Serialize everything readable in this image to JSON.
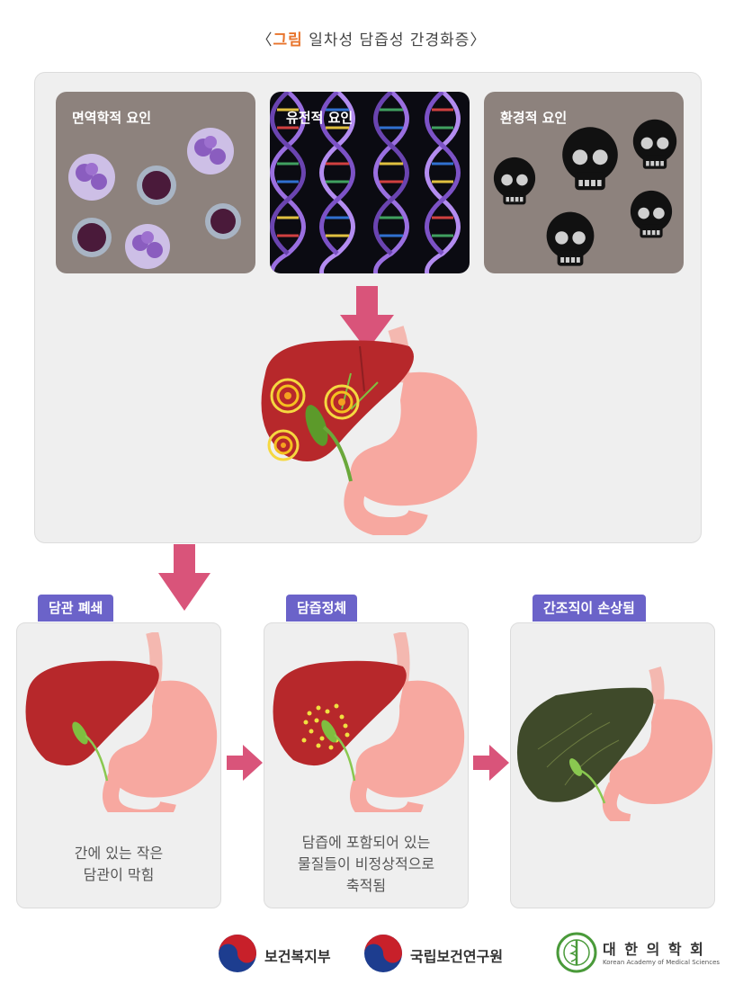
{
  "title": {
    "bracket_open": "〈",
    "accent": "그림",
    "text": " 일차성 담즙성 간경화증",
    "bracket_close": "〉"
  },
  "factors": [
    {
      "label": "면역학적 요인",
      "icon": "immune-cells"
    },
    {
      "label": "유전적 요인",
      "icon": "dna-helix"
    },
    {
      "label": "환경적 요인",
      "icon": "skull"
    }
  ],
  "stages": [
    {
      "tag": "담관 폐쇄",
      "caption": [
        "간에 있는 작은",
        "담관이 막힘"
      ],
      "liver_color": "#b7282b"
    },
    {
      "tag": "담즙정체",
      "caption": [
        "담즙에 포함되어 있는",
        "물질들이 비정상적으로",
        "축적됨"
      ],
      "liver_color": "#b7282b"
    },
    {
      "tag": "간조직이 손상됨",
      "caption": [],
      "liver_color": "#3f4a2a"
    }
  ],
  "footer": {
    "org1": "보건복지부",
    "org2": "국립보건연구원",
    "org3": "대 한 의 학 회",
    "org3_sub": "Korean Academy of Medical Sciences"
  },
  "colors": {
    "arrow": "#d9547a",
    "tag": "#6b63c9",
    "accent": "#e8742c"
  }
}
